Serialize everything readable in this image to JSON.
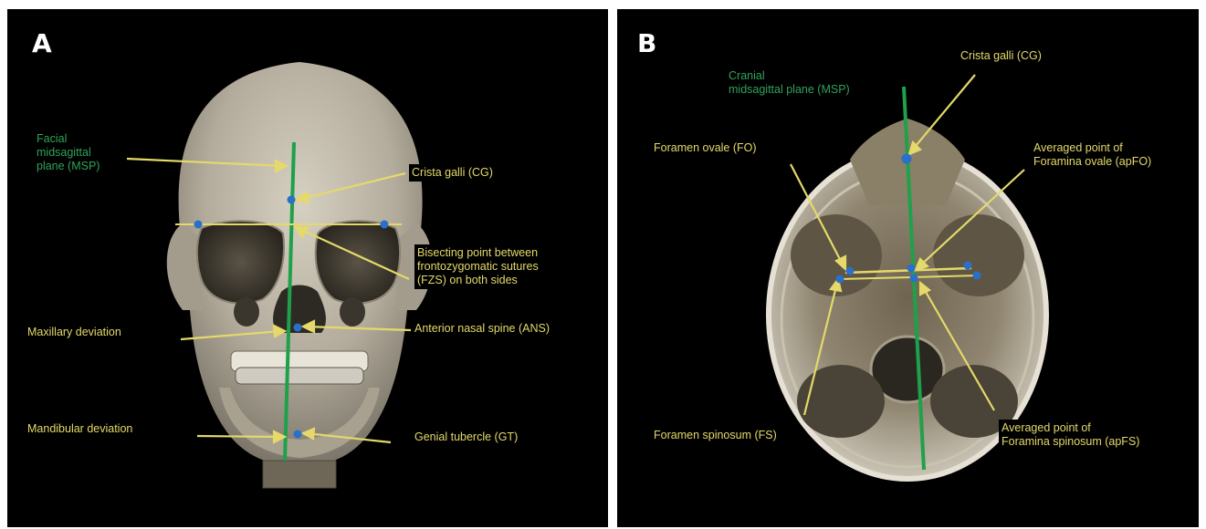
{
  "panel_a": {
    "letter": "A",
    "labels": {
      "facial_msp": [
        "Facial",
        "midsagittal",
        "plane (MSP)"
      ],
      "crista_galli": "Crista galli (CG)",
      "bisecting_point": [
        "Bisecting point between",
        "frontozygomatic sutures",
        "(FZS) on both sides"
      ],
      "maxillary_deviation": "Maxillary deviation",
      "anterior_nasal_spine": "Anterior nasal spine (ANS)",
      "mandibular_deviation": "Mandibular deviation",
      "genial_tubercle": "Genial tubercle (GT)"
    }
  },
  "panel_b": {
    "letter": "B",
    "labels": {
      "cranial_msp": [
        "Cranial",
        "midsagittal plane (MSP)"
      ],
      "crista_galli": "Crista galli (CG)",
      "foramen_ovale": "Foramen ovale (FO)",
      "averaged_fo": [
        "Averaged point of",
        "Foramina ovale (apFO)"
      ],
      "foramen_spinosum": "Foramen spinosum (FS)",
      "averaged_fs": [
        "Averaged point of",
        "Foramina spinosum (apFS)"
      ]
    }
  },
  "colors": {
    "background": "#000000",
    "label_yellow": "#e4d96a",
    "plane_green": "#1fa04a",
    "landmark_blue": "#2a6fc9",
    "bone": "#b9b2a2"
  }
}
